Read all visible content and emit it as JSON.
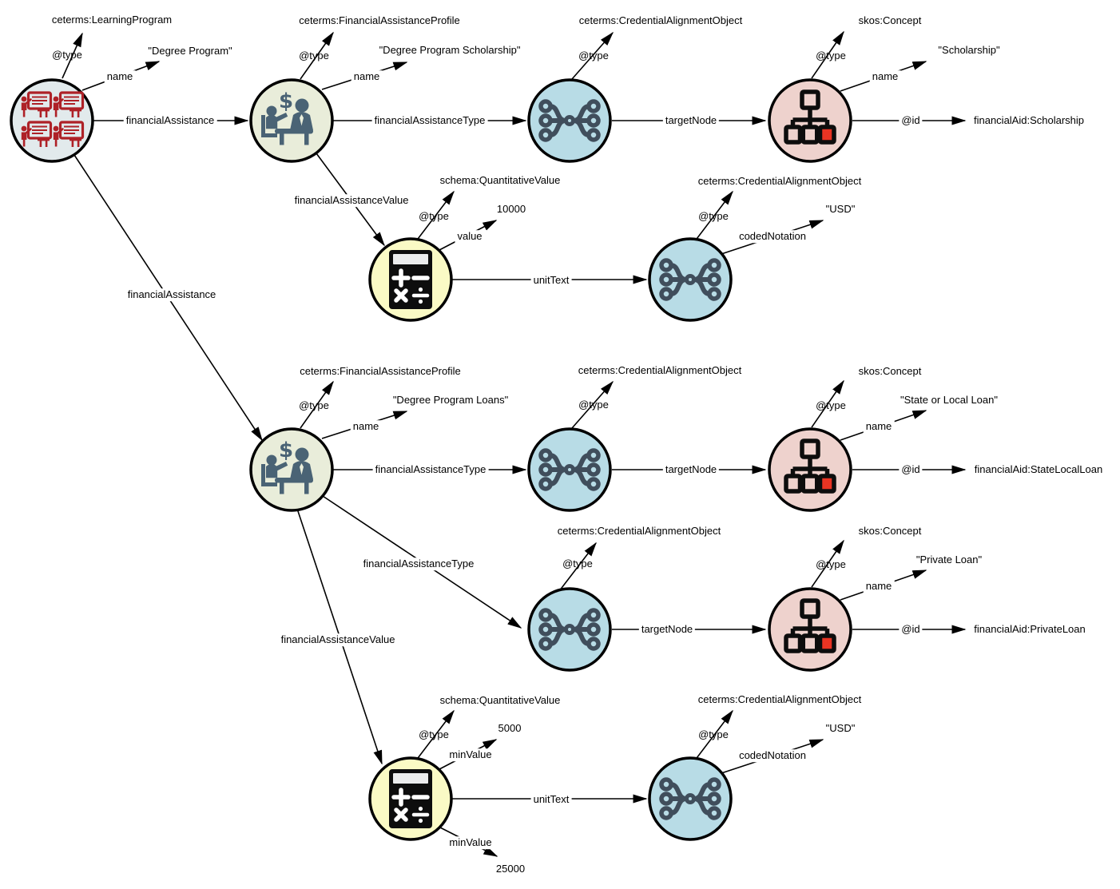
{
  "colors": {
    "canvas_bg": "#ffffff",
    "edge": "#000000",
    "node_stroke": "#000000",
    "learning_bg": "#e2eaec",
    "profile_bg": "#e9edda",
    "alignment_bg": "#b8dce6",
    "concept_bg": "#eed2cd",
    "quantity_bg": "#fafac5",
    "learning_icon": "#ae2127",
    "profile_icon": "#4a6375",
    "alignment_icon": "#404e5c",
    "concept_icon": "#0d0d0d",
    "concept_accent": "#ea3423",
    "calculator_icon": "#0d0d0d"
  },
  "labels": {
    "lp_type_prop": "@type",
    "lp_type_val": "ceterms:LearningProgram",
    "lp_name_prop": "name",
    "lp_name_val": "\"Degree Program\"",
    "edge_financial_assistance_1": "financialAssistance",
    "edge_financial_assistance_2": "financialAssistance",
    "fap1_type_prop": "@type",
    "fap1_type_val": "ceterms:FinancialAssistanceProfile",
    "fap1_name_prop": "name",
    "fap1_name_val": "\"Degree Program Scholarship\"",
    "edge_fat_1": "financialAssistanceType",
    "cao1_type_prop": "@type",
    "cao1_type_val": "ceterms:CredentialAlignmentObject",
    "edge_target_node_1": "targetNode",
    "c1_type_prop": "@type",
    "c1_type_val": "skos:Concept",
    "c1_name_prop": "name",
    "c1_name_val": "\"Scholarship\"",
    "edge_id_1": "@id",
    "id_val_1": "financialAid:Scholarship",
    "edge_fav_1": "financialAssistanceValue",
    "qv1_type_prop": "@type",
    "qv1_type_val": "schema:QuantitativeValue",
    "qv1_value_prop": "value",
    "qv1_value_val": "10000",
    "edge_unit_text_1": "unitText",
    "cao2_type_prop": "@type",
    "cao2_type_val": "ceterms:CredentialAlignmentObject",
    "cao2_cn_prop": "codedNotation",
    "cao2_cn_val": "\"USD\"",
    "fap2_type_prop": "@type",
    "fap2_type_val": "ceterms:FinancialAssistanceProfile",
    "fap2_name_prop": "name",
    "fap2_name_val": "\"Degree Program Loans\"",
    "edge_fat_2": "financialAssistanceType",
    "cao3_type_prop": "@type",
    "cao3_type_val": "ceterms:CredentialAlignmentObject",
    "edge_target_node_2": "targetNode",
    "c2_type_prop": "@type",
    "c2_type_val": "skos:Concept",
    "c2_name_prop": "name",
    "c2_name_val": "\"State or Local Loan\"",
    "edge_id_2": "@id",
    "id_val_2": "financialAid:StateLocalLoan",
    "edge_fat_3": "financialAssistanceType",
    "cao4_type_prop": "@type",
    "cao4_type_val": "ceterms:CredentialAlignmentObject",
    "edge_target_node_3": "targetNode",
    "c3_type_prop": "@type",
    "c3_type_val": "skos:Concept",
    "c3_name_prop": "name",
    "c3_name_val": "\"Private Loan\"",
    "edge_id_3": "@id",
    "id_val_3": "financialAid:PrivateLoan",
    "edge_fav_2": "financialAssistanceValue",
    "qv2_type_prop": "@type",
    "qv2_type_val": "schema:QuantitativeValue",
    "qv2_min1_prop": "minValue",
    "qv2_min1_val": "5000",
    "edge_unit_text_2": "unitText",
    "qv2_min2_prop": "minValue",
    "qv2_min2_val": "25000",
    "cao5_type_prop": "@type",
    "cao5_type_val": "ceterms:CredentialAlignmentObject",
    "cao5_cn_prop": "codedNotation",
    "cao5_cn_val": "\"USD\""
  }
}
